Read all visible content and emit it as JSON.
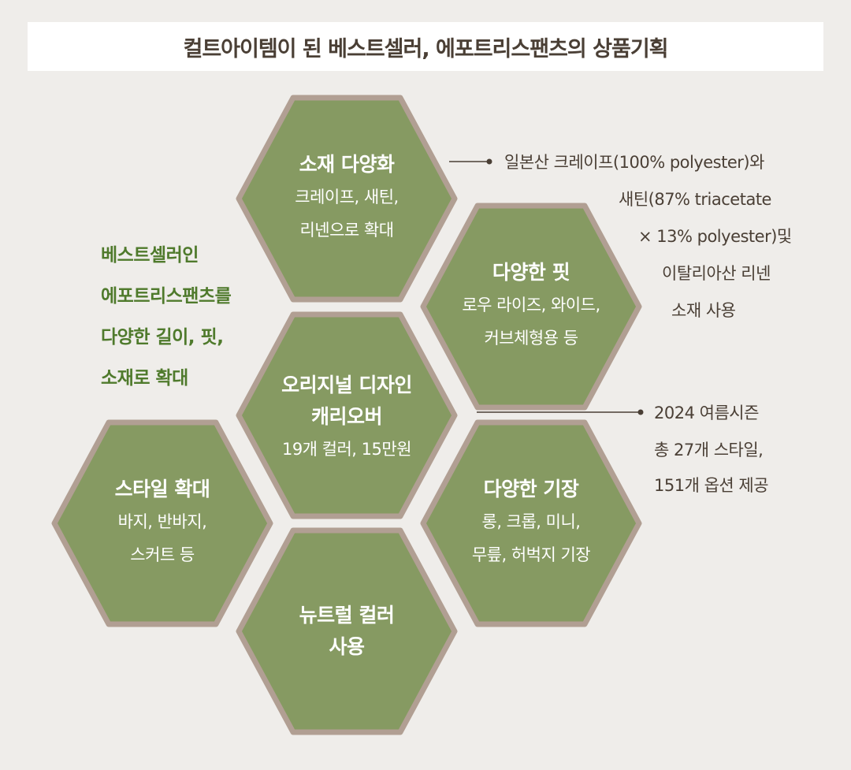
{
  "title": "컬트아이템이 된 베스트셀러, 에포트리스팬츠의 상품기획",
  "side_note": [
    "베스트셀러인",
    "에포트리스팬츠를",
    "다양한 길이, 핏,",
    "소재로 확대"
  ],
  "hexagons": {
    "material": {
      "title": "소재 다양화",
      "lines": [
        "크레이프, 새틴,",
        "리넨으로 확대"
      ]
    },
    "fit": {
      "title": "다양한 핏",
      "lines": [
        "로우 라이즈, 와이드,",
        "커브체형용 등"
      ]
    },
    "original": {
      "title_lines": [
        "오리지널 디자인",
        "캐리오버"
      ],
      "lines": [
        "19개 컬러, 15만원"
      ]
    },
    "style": {
      "title": "스타일 확대",
      "lines": [
        "바지, 반바지,",
        "스커트 등"
      ]
    },
    "length": {
      "title": "다양한 기장",
      "lines": [
        "롱, 크롭, 미니,",
        "무릎, 허벅지 기장"
      ]
    },
    "neutral": {
      "title_lines": [
        "뉴트럴 컬러",
        "사용"
      ]
    }
  },
  "notes": {
    "material_detail": [
      "일본산 크레이프(100% polyester)와",
      "새틴(87% triacetate",
      "× 13% polyester)및",
      "이탈리아산 리넨",
      "소재 사용"
    ],
    "season_detail": [
      "2024 여름시즌",
      "총  27개 스타일,",
      "151개 옵션 제공"
    ]
  },
  "colors": {
    "hex_fill": "#869a62",
    "hex_border": "#b19f93",
    "background": "#efedea",
    "title_text": "#4a3f35",
    "accent_green": "#4f7a2c"
  }
}
